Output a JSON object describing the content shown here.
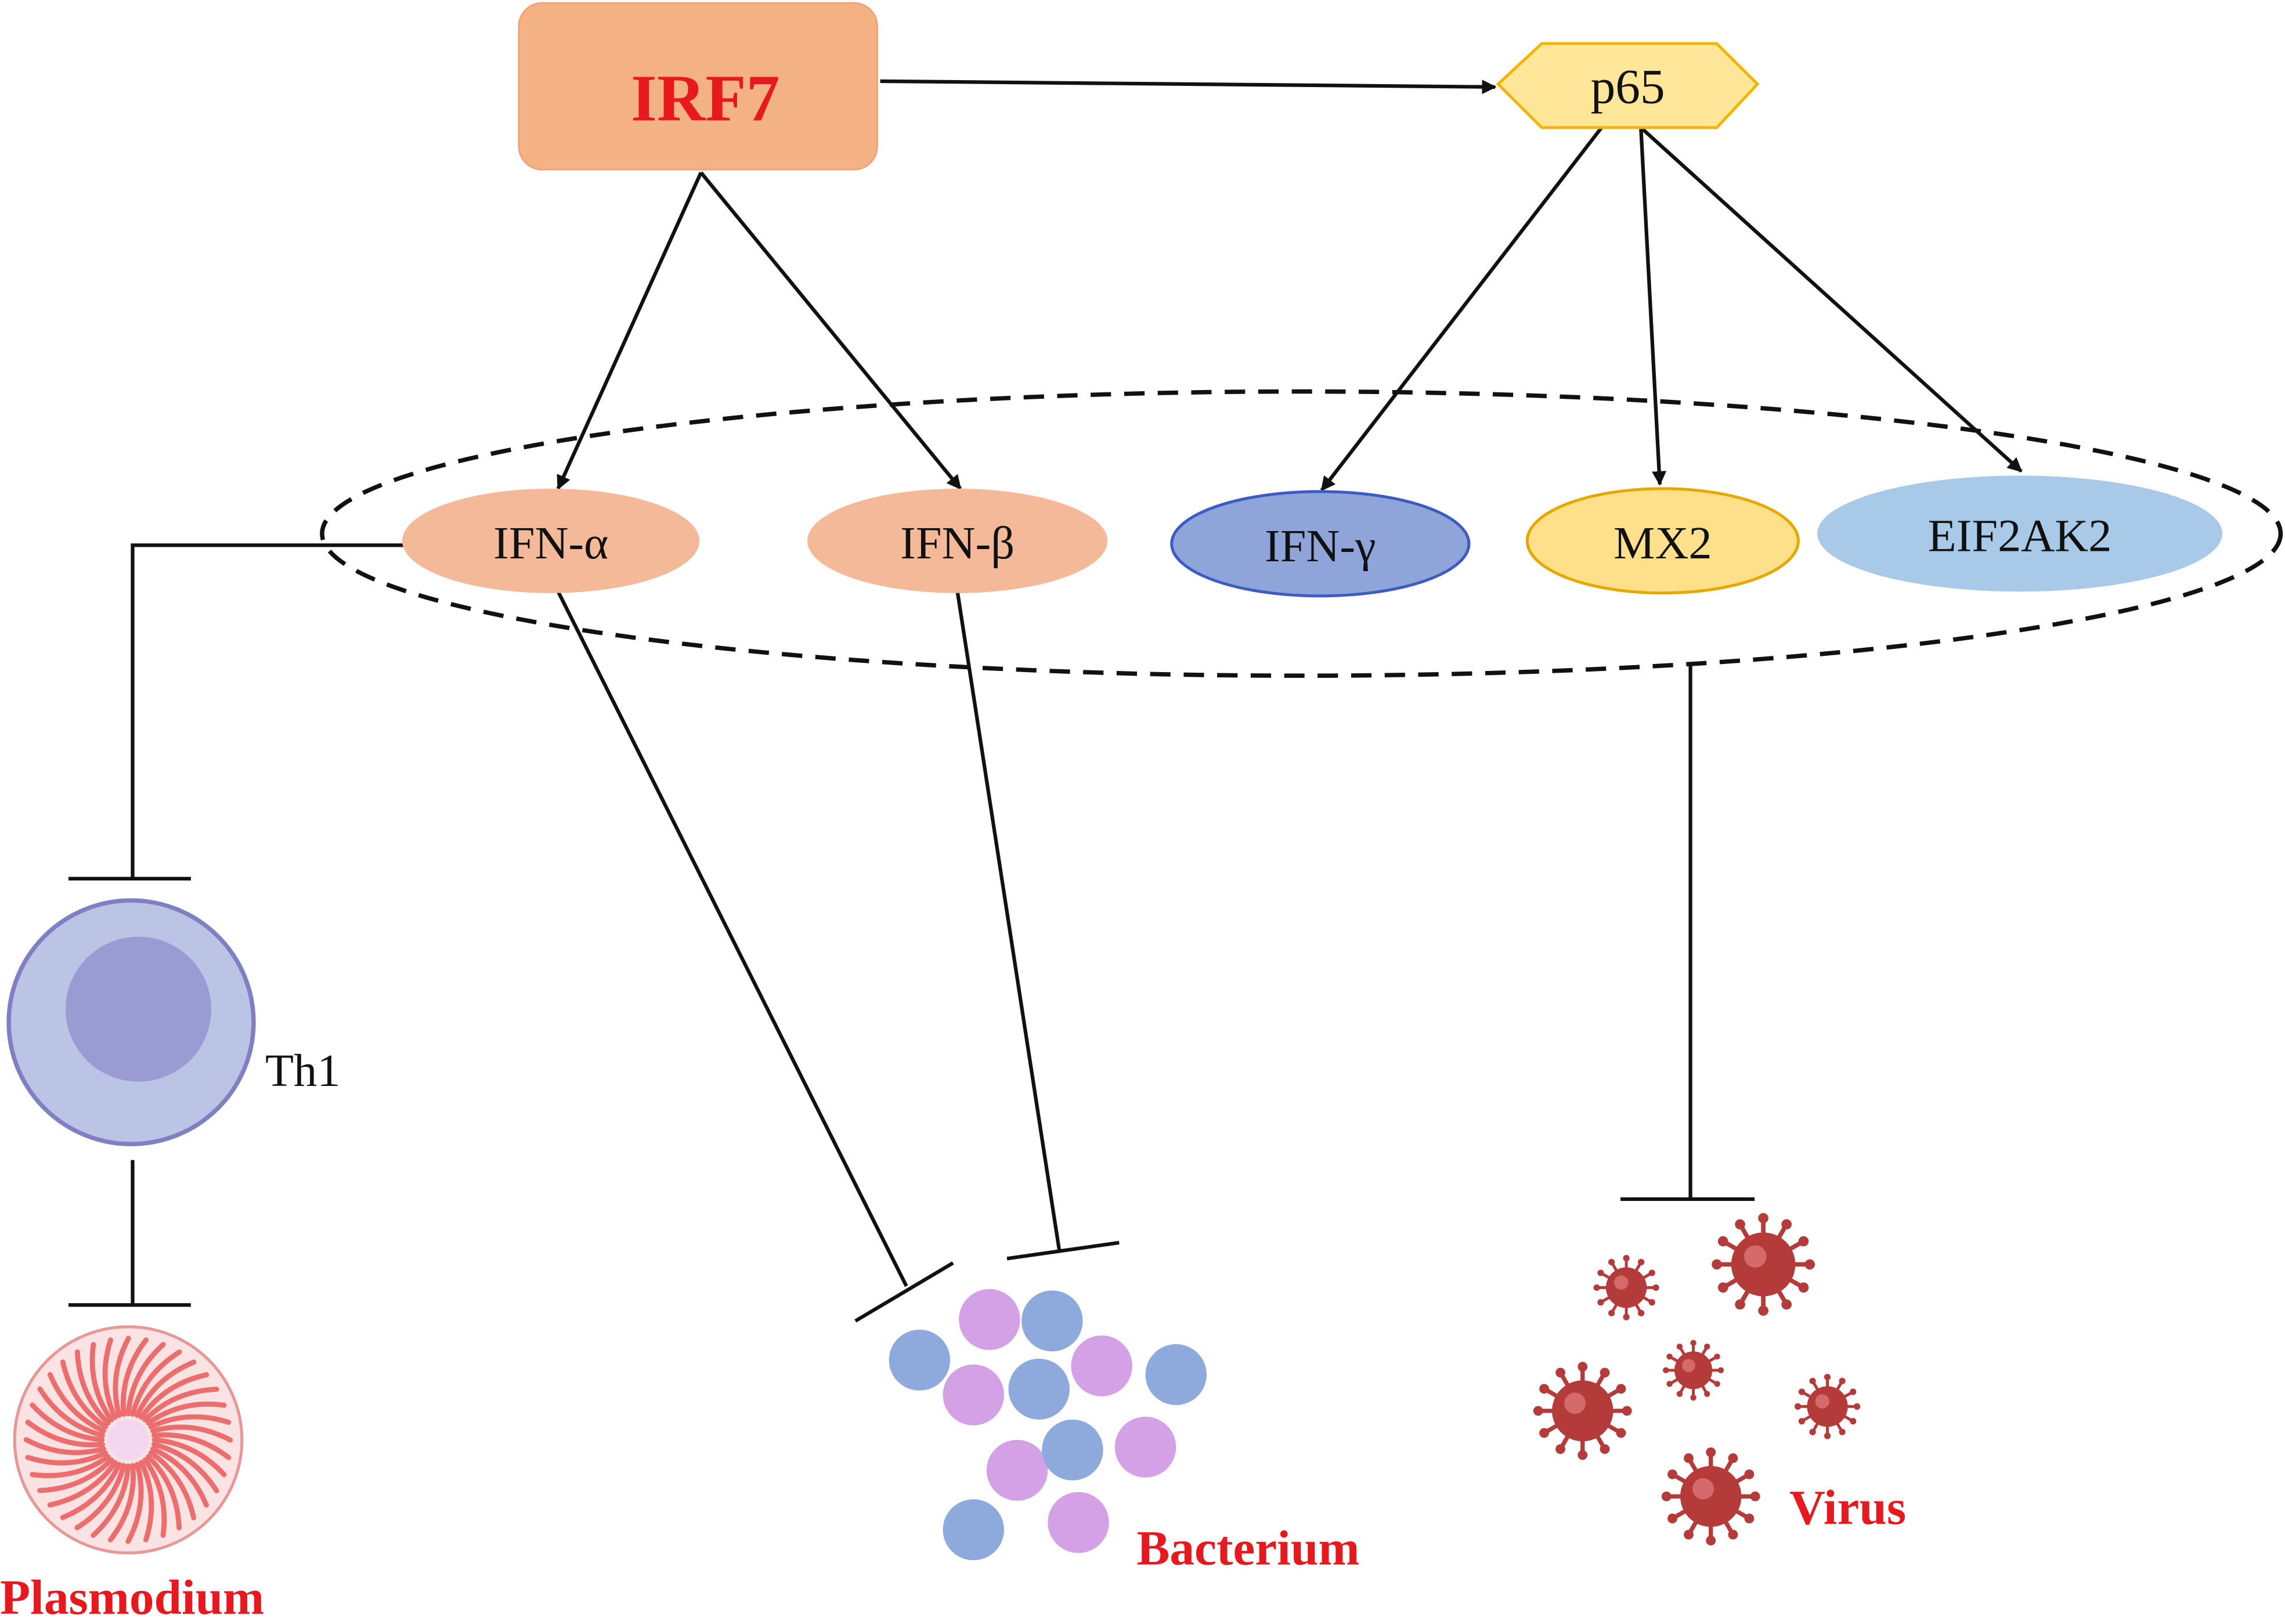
{
  "nodes": {
    "irf7": "IRF7",
    "p65": "p65",
    "ifn_alpha": "IFN-α",
    "ifn_beta": "IFN-β",
    "ifn_gamma": "IFN-γ",
    "mx2": "MX2",
    "eif2ak2": "EIF2AK2"
  },
  "targets": {
    "th1": "Th1",
    "plasmodium": "Plasmodium",
    "bacterium": "Bacterium",
    "virus": "Virus"
  },
  "colors": {
    "irf7_fill": "#f4b183",
    "irf7_text": "#e8191e",
    "p65_fill": "#ffe699",
    "p65_stroke": "#f4b400",
    "ifn_fill": "#f4b998",
    "ifn_gamma_fill": "#8fa4d8",
    "ifn_gamma_stroke": "#3b5cc4",
    "mx2_fill": "#ffe08a",
    "mx2_stroke": "#e6a800",
    "eif2ak2_fill": "#a9c9e8",
    "target_label": "#e8191e",
    "th1_outer": "#bcc4e6",
    "th1_inner": "#9b9bd4",
    "bacteria_blue": "#8ea9db",
    "bacteria_purple": "#d4a0e6",
    "virus": "#b53a3a",
    "plasmodium": "#f08080"
  },
  "icons": [
    "th1-cell-icon",
    "plasmodium-icon",
    "bacteria-cluster-icon",
    "virus-cluster-icon"
  ],
  "edges": [
    {
      "from": "IRF7",
      "to": "p65",
      "type": "activation"
    },
    {
      "from": "IRF7",
      "to": "IFN-α",
      "type": "activation"
    },
    {
      "from": "IRF7",
      "to": "IFN-β",
      "type": "activation"
    },
    {
      "from": "p65",
      "to": "IFN-γ",
      "type": "activation"
    },
    {
      "from": "p65",
      "to": "MX2",
      "type": "activation"
    },
    {
      "from": "p65",
      "to": "EIF2AK2",
      "type": "activation"
    },
    {
      "from": "IFN-α",
      "to": "Th1",
      "type": "inhibition"
    },
    {
      "from": "Th1",
      "to": "Plasmodium",
      "type": "inhibition"
    },
    {
      "from": "IFN-α",
      "to": "Bacterium",
      "type": "inhibition"
    },
    {
      "from": "IFN-β",
      "to": "Bacterium",
      "type": "inhibition"
    },
    {
      "from": "interferon group",
      "to": "Virus",
      "type": "inhibition"
    }
  ]
}
